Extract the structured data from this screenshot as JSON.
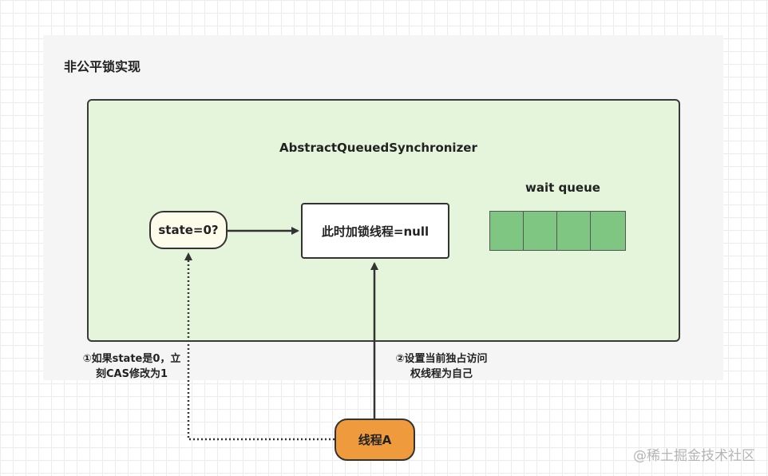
{
  "title": "非公平锁实现",
  "aqs_label": "AbstractQueuedSynchronizer",
  "wait_queue": {
    "label": "wait queue",
    "cells": 4,
    "cell_color": "#80c683"
  },
  "state_node": "state=0?",
  "holder_node": "此时加锁线程=null",
  "thread_node": "线程A",
  "note1": {
    "line1": "①如果state是0，立",
    "line2": "刻CAS修改为1"
  },
  "note2": {
    "line1": "②设置当前独占访问",
    "line2": "权线程为自己"
  },
  "watermark": "@稀土掘金技术社区",
  "colors": {
    "aqs_fill": "#e5f5dc",
    "state_fill": "#fdfbea",
    "thread_fill": "#ef9a3c",
    "line": "#333333"
  }
}
